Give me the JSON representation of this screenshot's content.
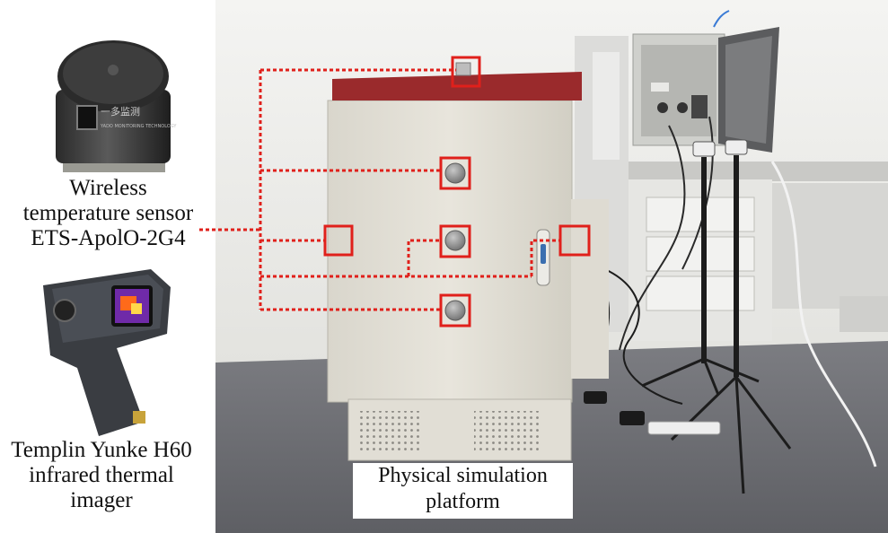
{
  "captions": {
    "wireless_sensor": [
      "Wireless",
      "temperature sensor",
      "ETS-ApolO-2G4"
    ],
    "thermal_imager": [
      "Templin Yunke H60",
      "infrared thermal",
      "imager"
    ],
    "platform": [
      "Physical simulation",
      "platform"
    ]
  },
  "sensor_device_text": {
    "brand_cn": "一多监测",
    "brand_en": "YADO MONITORING TECHNOLOGY"
  },
  "colors": {
    "marker": "#e0201b",
    "cabinet_body": "#e4e1d7",
    "cabinet_top": "#9a2a2c",
    "floor": "#6e6f74"
  }
}
